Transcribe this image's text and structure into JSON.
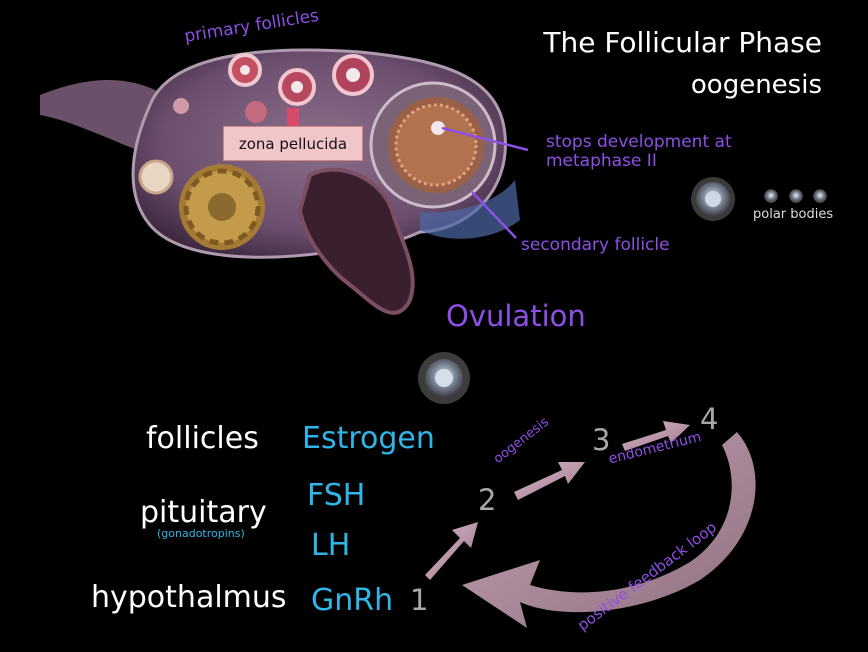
{
  "title": "The Follicular Phase",
  "subtitle": "oogenesis",
  "ovary_labels": {
    "primary_follicles": "primary follicles",
    "zona_pellucida": "zona pellucida",
    "stops_development": "stops development at metaphase II",
    "secondary_follicle": "secondary follicle",
    "polar_bodies": "polar bodies",
    "ovulation": "Ovulation"
  },
  "hormone_table": {
    "follicles": "follicles",
    "estrogen": "Estrogen",
    "pituitary": "pituitary",
    "gonadotropins": "(gonadotropins)",
    "fsh": "FSH",
    "lh": "LH",
    "hypothalmus": "hypothalmus",
    "gnrh": "GnRh"
  },
  "cycle": {
    "step1": "1",
    "step2": "2",
    "step3": "3",
    "step4": "4",
    "oogenesis": "oogenesis",
    "endometrium": "endometrium",
    "feedback": "positive feedback loop"
  },
  "colors": {
    "purple": "#8e4fe6",
    "blue": "#2fb6e8",
    "arrow": "#c9a0b4"
  }
}
